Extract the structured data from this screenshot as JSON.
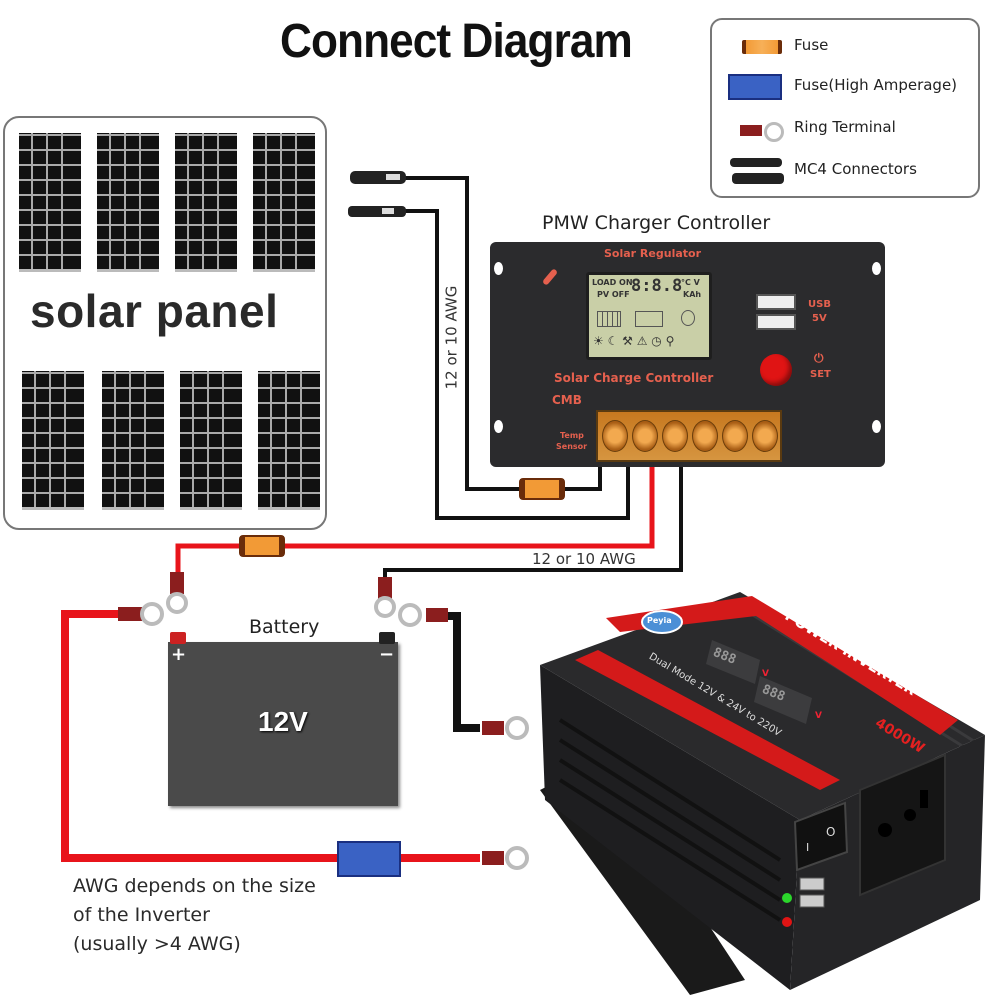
{
  "title": "Connect Diagram",
  "legend": {
    "items": [
      {
        "label": "Fuse",
        "icon": "fuse-icon",
        "color": "#f0902a"
      },
      {
        "label": "Fuse(High Amperage)",
        "icon": "high-amperage-fuse-icon",
        "color": "#3a62c4"
      },
      {
        "label": "Ring Terminal",
        "icon": "ring-terminal-icon",
        "color": "#8b1e1e"
      },
      {
        "label": "MC4 Connectors",
        "icon": "mc4-connector-icon",
        "color": "#222222"
      }
    ]
  },
  "solar_panel": {
    "label": "solar panel",
    "module_count": 8
  },
  "controller": {
    "caption": "PMW Charger Controller",
    "brand_top": "Solar Regulator",
    "name": "Solar Charge Controller",
    "model": "CMB",
    "temp_sensor_label_line1": "Temp",
    "temp_sensor_label_line2": "Sensor",
    "usb_label_line1": "USB",
    "usb_label_line2": "5V",
    "set_label": "SET",
    "lcd": {
      "load_on": "LOAD ON",
      "pv_off": "PV OFF",
      "digits": "8:8.8",
      "unit_top": "°C V",
      "unit_bottom": "KAh"
    },
    "accent_color": "#e5604e"
  },
  "wires": {
    "pv_gauge_label": "12 or 10 AWG",
    "battery_gauge_label": "12 or 10 AWG",
    "positive_color": "#e8141b",
    "negative_color": "#111111"
  },
  "battery": {
    "label": "Battery",
    "voltage": "12V",
    "positive_symbol": "+",
    "negative_symbol": "−"
  },
  "awg_note": {
    "line1": "AWG depends on the size",
    "line2": "of the Inverter",
    "line3": "(usually  >4 AWG)"
  },
  "inverter": {
    "brand_badge": "Peyia",
    "title": "POWER INVERTER",
    "subtitle": "Dual Mode 12V & 24V to 220V",
    "power": "4000W",
    "display_1": "888",
    "display_2": "888",
    "display_unit": "V",
    "switch_off": "O",
    "switch_on": "I"
  }
}
